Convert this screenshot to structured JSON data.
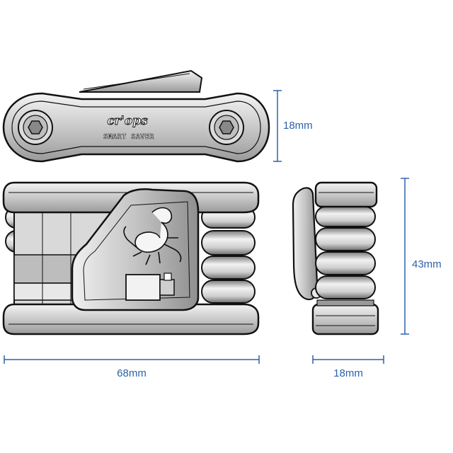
{
  "colors": {
    "dimension": "#2d62a8",
    "outline": "#111111",
    "body": "#e6e6e6",
    "shade": "#8a8a8a"
  },
  "product": {
    "logo_text": "cr'ops",
    "model_text": "SMART SAVER"
  },
  "dimensions": {
    "top_height": "18mm",
    "front_width": "68mm",
    "side_height": "43mm",
    "side_width": "18mm"
  },
  "icons": [
    "scorpion-icon",
    "hex-bolt-icon"
  ]
}
